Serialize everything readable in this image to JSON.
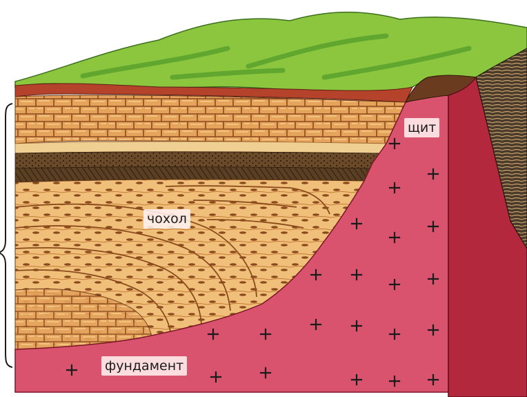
{
  "labels": {
    "shield": "щит",
    "cover": "чохол",
    "basement": "фундамент"
  },
  "colors": {
    "grass": "#8cc63f",
    "grass_dark": "#4f9a2a",
    "soil": "#b5432b",
    "sandstone": "#e6a35c",
    "sandstone_light": "#f2c27f",
    "clay_dark": "#5b3f23",
    "granite": "#d9536e",
    "granite_side": "#b4283d",
    "rock_side": "#4a3b2c"
  },
  "icons": {
    "bracket": "left-curly-bracket",
    "granite_marks": "plus-sign"
  }
}
